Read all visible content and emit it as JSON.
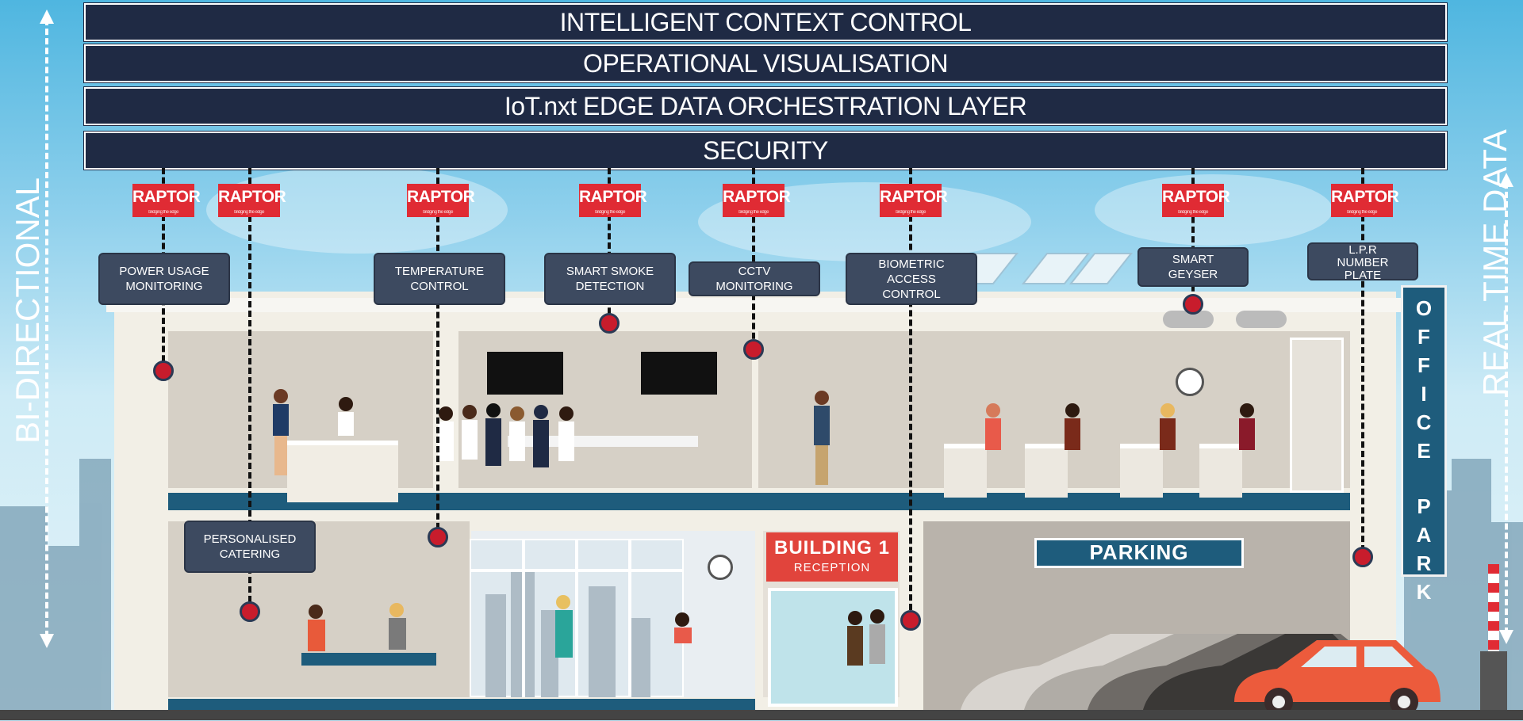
{
  "layers": [
    "INTELLIGENT CONTEXT CONTROL",
    "OPERATIONAL VISUALISATION",
    "IoT.nxt EDGE DATA ORCHESTRATION LAYER",
    "SECURITY"
  ],
  "side_labels": {
    "left": "BI-DIRECTIONAL",
    "right": "REAL TIME DATA"
  },
  "raptor": {
    "label": "RAPTOR",
    "tagline": "bridging the edge"
  },
  "use_cases": [
    {
      "id": "power",
      "text": "POWER USAGE\nMONITORING"
    },
    {
      "id": "temperature",
      "text": "TEMPERATURE\nCONTROL"
    },
    {
      "id": "smoke",
      "text": "SMART SMOKE\nDETECTION"
    },
    {
      "id": "cctv",
      "text": "CCTV\nMONITORING"
    },
    {
      "id": "biometric",
      "text": "BIOMETRIC\nACCESS\nCONTROL"
    },
    {
      "id": "geyser",
      "text": "SMART\nGEYSER"
    },
    {
      "id": "lpr",
      "text": "L.P.R\nNUMBER\nPLATE"
    },
    {
      "id": "catering",
      "text": "PERSONALISED\nCATERING"
    }
  ],
  "building": {
    "sign_title": "BUILDING 1",
    "sign_sub": "RECEPTION",
    "parking": "PARKING",
    "office_park": [
      "O",
      "F",
      "F",
      "I",
      "C",
      "E",
      "",
      "P",
      "A",
      "R",
      "K"
    ]
  },
  "colors": {
    "layer_bg": "#1f2a44",
    "raptor_red": "#e02b34",
    "label_bg": "#3d4a60",
    "floor_blue": "#1e5c7c",
    "car_orange": "#ec5b3c"
  }
}
